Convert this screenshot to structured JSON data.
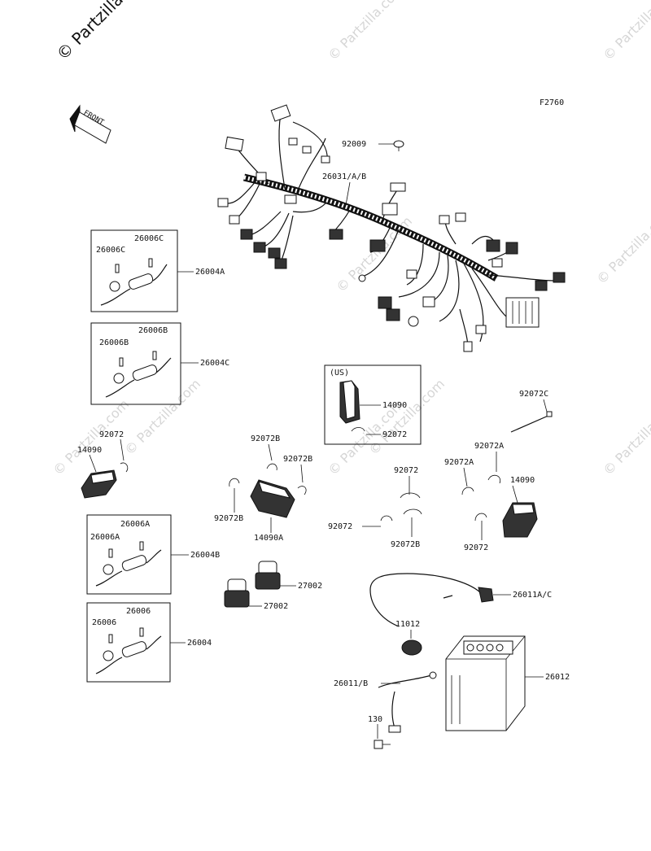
{
  "watermark": {
    "main": "© Partzilla.",
    "faint": [
      "© Partzilla.com",
      "© Partzilla.com",
      "© Partzilla.com",
      "© Partzilla.com",
      "© Partzilla.com",
      "© Partzilla.com",
      "© Partzilla.com",
      "© Partzilla.com",
      "© Partzilla.com"
    ]
  },
  "figure_code": "F2760",
  "front_arrow": "FRONT",
  "us_label": "(US)",
  "parts": {
    "p92009": "92009",
    "p26031": "26031/A/B",
    "p26006C_a": "26006C",
    "p26006C_b": "26006C",
    "p26004A": "26004A",
    "p26006B_a": "26006B",
    "p26006B_b": "26006B",
    "p26004C": "26004C",
    "p14090_us": "14090",
    "p92072_us": "92072",
    "p92072C": "92072C",
    "p92072_l": "92072",
    "p14090_l": "14090",
    "p92072B_a": "92072B",
    "p92072B_b": "92072B",
    "p92072B_c": "92072B",
    "p14090A": "14090A",
    "p92072_m1": "92072",
    "p92072_m2": "92072",
    "p92072B_m": "92072B",
    "p92072A_a": "92072A",
    "p92072A_b": "92072A",
    "p14090_r": "14090",
    "p92072_r": "92072",
    "p26006A_a": "26006A",
    "p26006A_b": "26006A",
    "p26004B": "26004B",
    "p27002_a": "27002",
    "p27002_b": "27002",
    "p26006_a": "26006",
    "p26006_b": "26006",
    "p26004": "26004",
    "p26011AC": "26011A/C",
    "p11012": "11012",
    "p26011B": "26011/B",
    "p26012": "26012",
    "p130": "130"
  }
}
